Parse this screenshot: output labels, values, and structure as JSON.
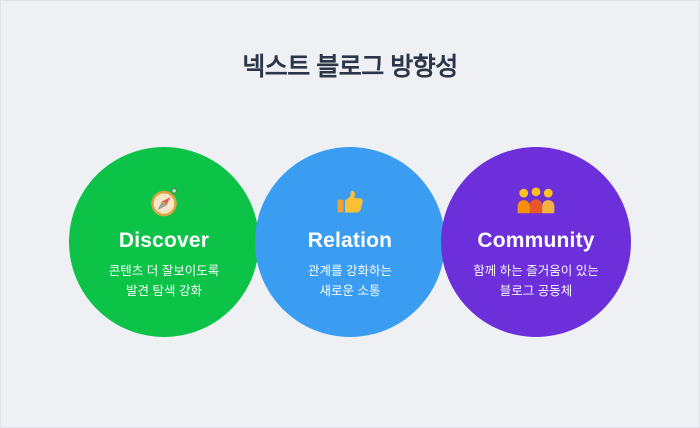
{
  "title": "넥스트 블로그 방향성",
  "cards": [
    {
      "id": "discover",
      "icon": "compass-icon",
      "emoji": "🧭",
      "title": "Discover",
      "desc_line1": "콘텐츠 더 잘보이도록",
      "desc_line2": "발견 탐색 강화",
      "color": "#0cc348"
    },
    {
      "id": "relation",
      "icon": "thumbs-up-icon",
      "emoji": "👍",
      "title": "Relation",
      "desc_line1": "관계를 강화하는",
      "desc_line2": "새로운 소통",
      "color": "#3a9df2"
    },
    {
      "id": "community",
      "icon": "people-icon",
      "emoji": "👨‍👩‍👧",
      "title": "Community",
      "desc_line1": "함께 하는 즐거움이 있는",
      "desc_line2": "블로그 공동체",
      "color": "#6c2fd9"
    }
  ],
  "colors": {
    "background": "#eef0f4",
    "title_text": "#2b3648",
    "circle_text": "#ffffff"
  }
}
